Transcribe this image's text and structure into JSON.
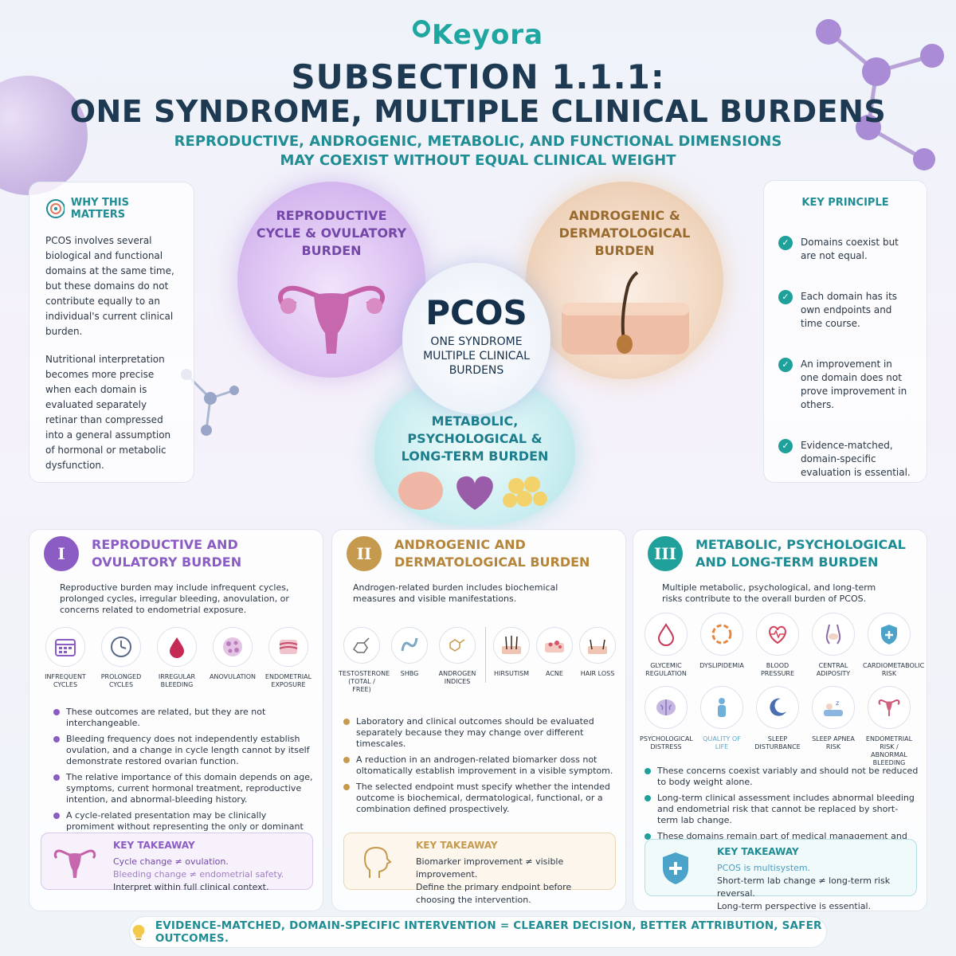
{
  "brand": "Keyora",
  "header": {
    "title_line1": "SUBSECTION 1.1.1:",
    "title_line2": "ONE SYNDROME, MULTIPLE CLINICAL BURDENS",
    "subtitle_line1": "REPRODUCTIVE, ANDROGENIC, METABOLIC, AND FUNCTIONAL DIMENSIONS",
    "subtitle_line2": "MAY COEXIST WITHOUT EQUAL CLINICAL WEIGHT"
  },
  "why": {
    "heading": "WHY THIS MATTERS",
    "para1": "PCOS involves several biological and functional domains at the same time, but these domains do not contribute equally to an individual's current clinical burden.",
    "para2": "Nutritional interpretation becomes more precise when each domain is evaluated separately retinar than compressed into a general assumption of hormonal or metabolic dysfunction."
  },
  "principle": {
    "heading": "KEY PRINCIPLE",
    "items": [
      "Domains coexist but are not equal.",
      "Each domain has its own endpoints and time course.",
      "An improvement in one domain does not prove improvement in others.",
      "Evidence-matched, domain-specific evaluation is essential."
    ]
  },
  "center": {
    "repro_line1": "REPRODUCTIVE",
    "repro_line2": "CYCLE & OVULATORY",
    "repro_line3": "BURDEN",
    "andro_line1": "ANDROGENIC &",
    "andro_line2": "DERMATOLOGICAL",
    "andro_line3": "BURDEN",
    "meta_line1": "METABOLIC,",
    "meta_line2": "PSYCHOLOGICAL &",
    "meta_line3": "LONG-TERM BURDEN",
    "pcos": "PCOS",
    "pcos_sub1": "ONE SYNDROME",
    "pcos_sub2": "MULTIPLE CLINICAL",
    "pcos_sub3": "BURDENS"
  },
  "col1": {
    "numeral": "I",
    "title_line1": "REPRODUCTIVE AND",
    "title_line2": "OVULATORY BURDEN",
    "intro": "Reproductive burden may include infrequent cycles, prolonged cycles, irregular bleeding, anovulation, or concerns related to endometrial exposure.",
    "icons": [
      "INFREQUENT CYCLES",
      "PROLONGED CYCLES",
      "IRREGULAR BLEEDING",
      "ANOVULATION",
      "ENDOMETRIAL EXPOSURE"
    ],
    "bullets": [
      "These outcomes are related, but they are not interchangeable.",
      "Bleeding frequency does not independently establish ovulation, and a change in cycle length cannot by itself demonstrate restored ovarian function.",
      "The relative importance of this domain depends on age, symptoms, current hormonal treatment, reproductive intention, and abnormal-bleeding history.",
      "A cycle-related presentation may be clinically promiment without representing the only or dominant biological burden."
    ],
    "takeaway_head": "KEY TAKEAWAY",
    "takeaway": [
      "Cycle change ≠ ovulation.",
      "Bleeding change ≠ endometrial safety.",
      "Interpret within full clinical context."
    ]
  },
  "col2": {
    "numeral": "II",
    "title_line1": "ANDROGENIC AND",
    "title_line2": "DERMATOLOGICAL BURDEN",
    "intro": "Androgen-related burden includes biochemical measures and visible manifestations.",
    "icons": [
      "TESTOSTERONE (TOTAL / FREE)",
      "SHBG",
      "ANDROGEN INDICES",
      "HIRSUTISM",
      "ACNE",
      "HAIR LOSS"
    ],
    "bullets": [
      "Laboratory and clinical outcomes should be evaluated separately because they may change over different timescales.",
      "A reduction in an androgen-related biomarker doss not oltomatically establish improvement in a visible symptom.",
      "The selected endpoint must specify whether the intended outcome is biochemical, dermatological, functional, or a combination defined prospectively."
    ],
    "takeaway_head": "KEY TAKEAWAY",
    "takeaway": [
      "Biomarker improvement ≠ visible improvement.",
      "Define the primary endpoint before",
      "choosing the intervention."
    ]
  },
  "col3": {
    "numeral": "III",
    "title_line1": "METABOLIC, PSYCHOLOGICAL",
    "title_line2": "AND LONG-TERM BURDEN",
    "intro": "Multiple metabolic, psychological, and long-term risks contribute to the overall burden of PCOS.",
    "icons_row1": [
      "GLYCEMIC REGULATION",
      "DYSLIPIDEMIA",
      "BLOOD PRESSURE",
      "CENTRAL ADIPOSITY",
      "CARDIOMETABOLIC RISK"
    ],
    "icons_row2": [
      "PSYCHOLOGICAL DISTRESS",
      "QUALITY OF LIFE",
      "SLEEP DISTURBANCE",
      "SLEEP APNEA RISK",
      "ENDOMETRIAL RISK / ABNORMAL BLEEDING"
    ],
    "bullets": [
      "These concerns coexist variably and should not be reduced to body weight alone.",
      "Long-term clinical assessment includes abnormal bleeding and endometrial risk that cannot be replaced by short-term lab change.",
      "These domains remain part of medical management and require long-term, evidence-based monitoring."
    ],
    "takeaway_head": "KEY TAKEAWAY",
    "takeaway": [
      "PCOS is multisystem.",
      "Short-term lab change ≠ long-term risk reversal.",
      "Long-term perspective is essential."
    ]
  },
  "footer": "EVIDENCE-MATCHED, DOMAIN-SPECIFIC INTERVENTION = CLEARER DECISION, BETTER ATTRIBUTION, SAFER OUTCOMES.",
  "colors": {
    "teal": "#1fa09a",
    "purple": "#8a5cc4",
    "gold": "#c59a4e",
    "navy": "#1d3a52"
  }
}
